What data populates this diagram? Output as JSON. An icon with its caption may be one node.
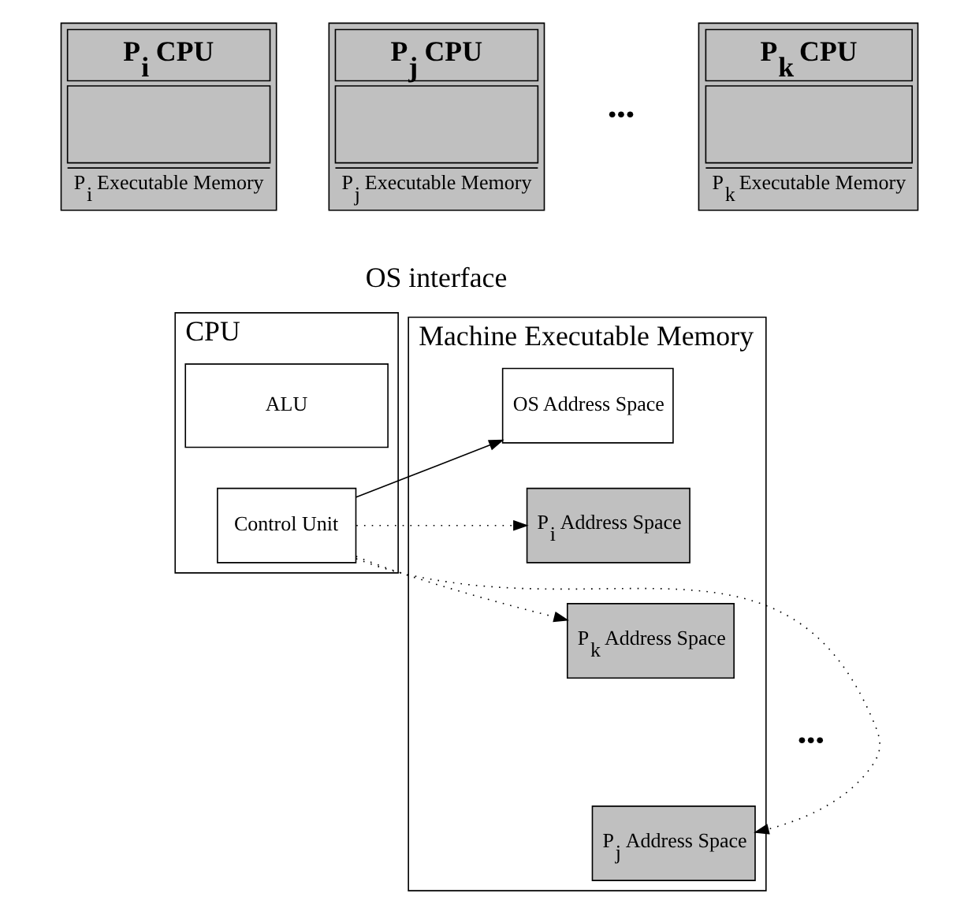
{
  "diagram": {
    "nodes": [
      {
        "text": [
          "P$_{i}$ CPU",
          "P$_{i}$ Executable Memory"
        ]
      },
      {
        "text": [
          "P$_{j}$ CPU",
          "P$_{j}$ Executable Memory"
        ]
      },
      {
        "text": [
          "P$_{k}$ CPU",
          "P$_{k}$ Executable Memory"
        ]
      },
      {
        "text": [
          "CPU"
        ]
      },
      {
        "text": [
          "ALU"
        ],
        "in": 3
      },
      {
        "text": [
          "Control Unit"
        ],
        "in": 3
      },
      {
        "text": [
          "Machine Executable Memory"
        ]
      },
      {
        "text": [
          "OS Address Space"
        ],
        "in": 6
      },
      {
        "text": [
          "P$_{i}$ Address Space"
        ],
        "in": 6
      },
      {
        "text": [
          "P$_{k}$ Address Space"
        ],
        "in": 6
      },
      {
        "text": [
          "P$_{j}$ Address Space"
        ],
        "in": 6
      }
    ],
    "edges": [
      {
        "from": 5,
        "to": 7,
        "arrow": "to"
      },
      {
        "from": 5,
        "to": 8,
        "arrow": "to",
        "style": "dashed"
      },
      {
        "from": 5,
        "to": 9,
        "arrow": "to",
        "style": "dashed"
      },
      {
        "from": 5,
        "to": 10,
        "arrow": "to",
        "style": "dashed"
      }
    ],
    "labels": [
      "•••",
      "OS interface",
      "•••"
    ]
  }
}
